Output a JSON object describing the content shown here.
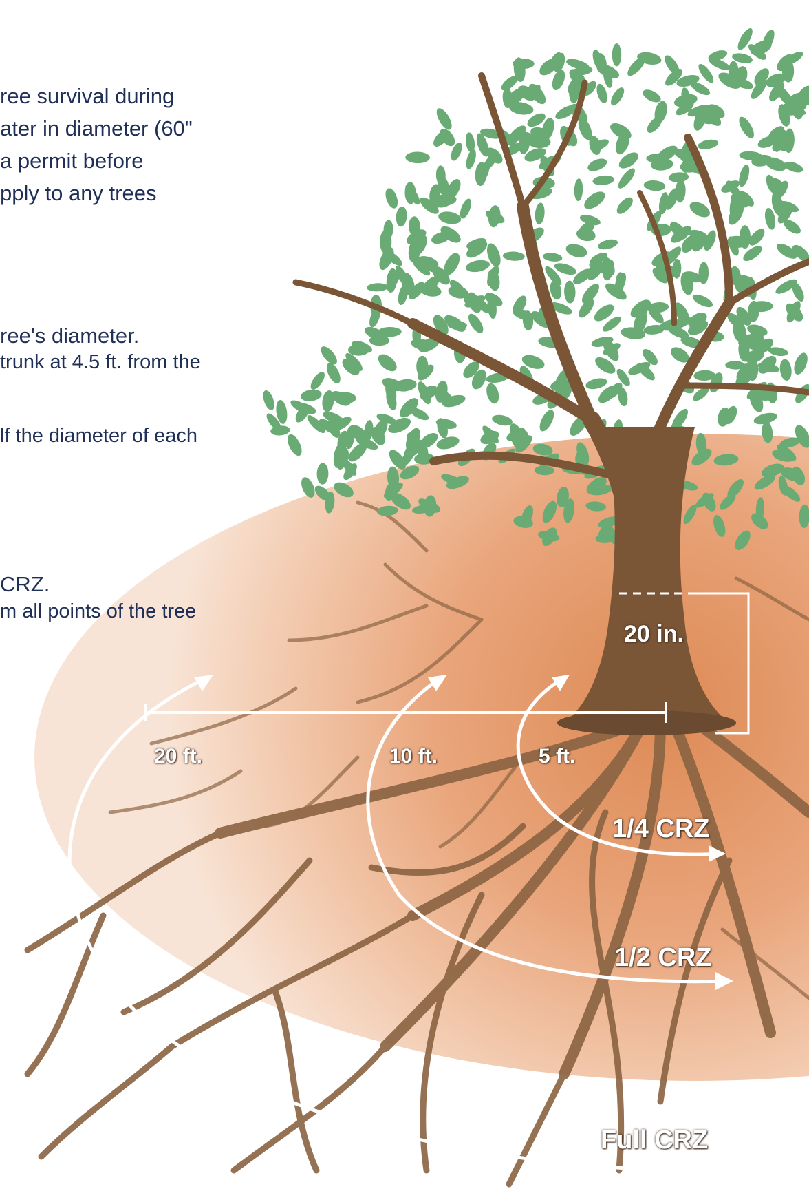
{
  "text": {
    "para1": [
      "ree survival during",
      "ater in diameter (60\"",
      "a permit before",
      "pply to any trees"
    ],
    "para2_line1": "ree's diameter.",
    "para2_line2": "trunk at 4.5 ft. from the",
    "para3": "lf the diameter of each",
    "para4_line1": "CRZ.",
    "para4_line2": "m all points of the tree"
  },
  "diagram": {
    "trunk_label": "20 in.",
    "distances": [
      "20 ft.",
      "10 ft.",
      "5 ft."
    ],
    "zones": [
      "1/4 CRZ",
      "1/2 CRZ",
      "Full CRZ"
    ]
  },
  "colors": {
    "text": "#1f2f57",
    "leaf": "#6aaa74",
    "trunk": "#7a5536",
    "root": "#8a6342",
    "soil_light": "#f4d3bc",
    "soil_dark": "#e2905c",
    "arrow": "#ffffff"
  }
}
